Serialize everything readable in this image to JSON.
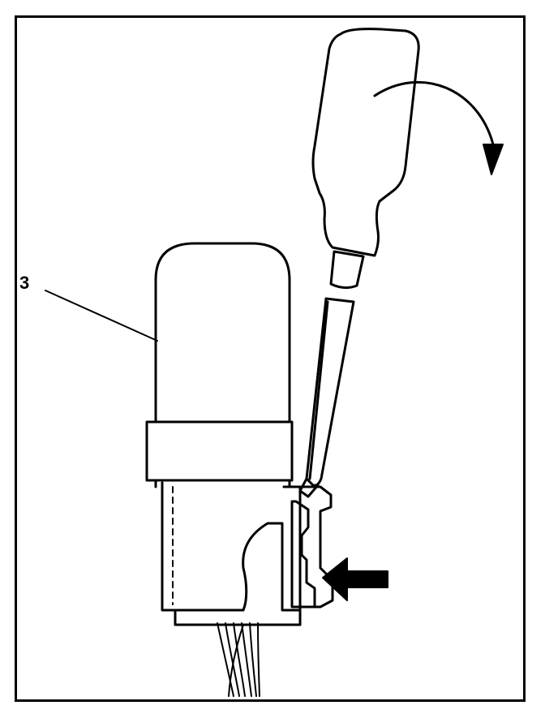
{
  "figure": {
    "callouts": [
      {
        "id": "3",
        "label": "3",
        "target": "relay"
      }
    ],
    "depicted_items": [
      "relay",
      "relay-connector",
      "wiring-harness",
      "screwdriver",
      "rotation-arrow",
      "push-arrow"
    ],
    "colors": {
      "line": "#000000",
      "background": "#ffffff"
    }
  }
}
